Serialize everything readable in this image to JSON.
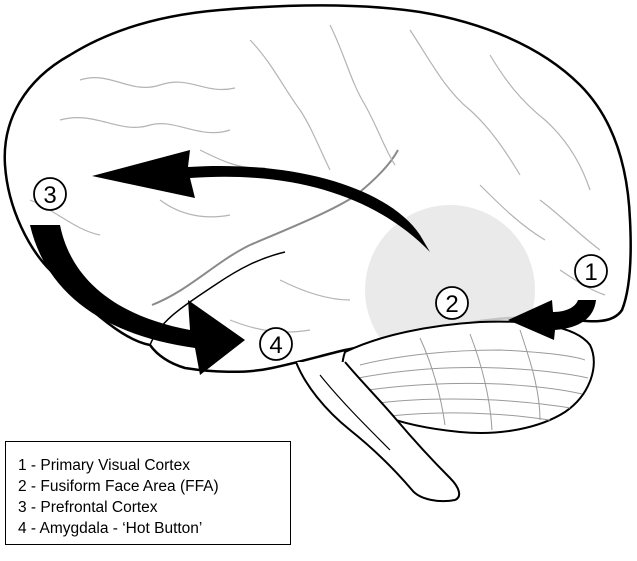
{
  "markers": [
    {
      "id": "1",
      "label": "1"
    },
    {
      "id": "2",
      "label": "2"
    },
    {
      "id": "3",
      "label": "3"
    },
    {
      "id": "4",
      "label": "4"
    }
  ],
  "legend": {
    "items": [
      "1 - Primary Visual Cortex",
      "2 - Fusiform Face Area (FFA)",
      "3 - Prefrontal Cortex",
      "4 - Amygdala - ‘Hot Button’"
    ]
  },
  "colors": {
    "outline": "#000000",
    "ffa_highlight": "#e6e6e6",
    "arrow": "#000000",
    "sulcus_lines": "#a0a0a0"
  }
}
